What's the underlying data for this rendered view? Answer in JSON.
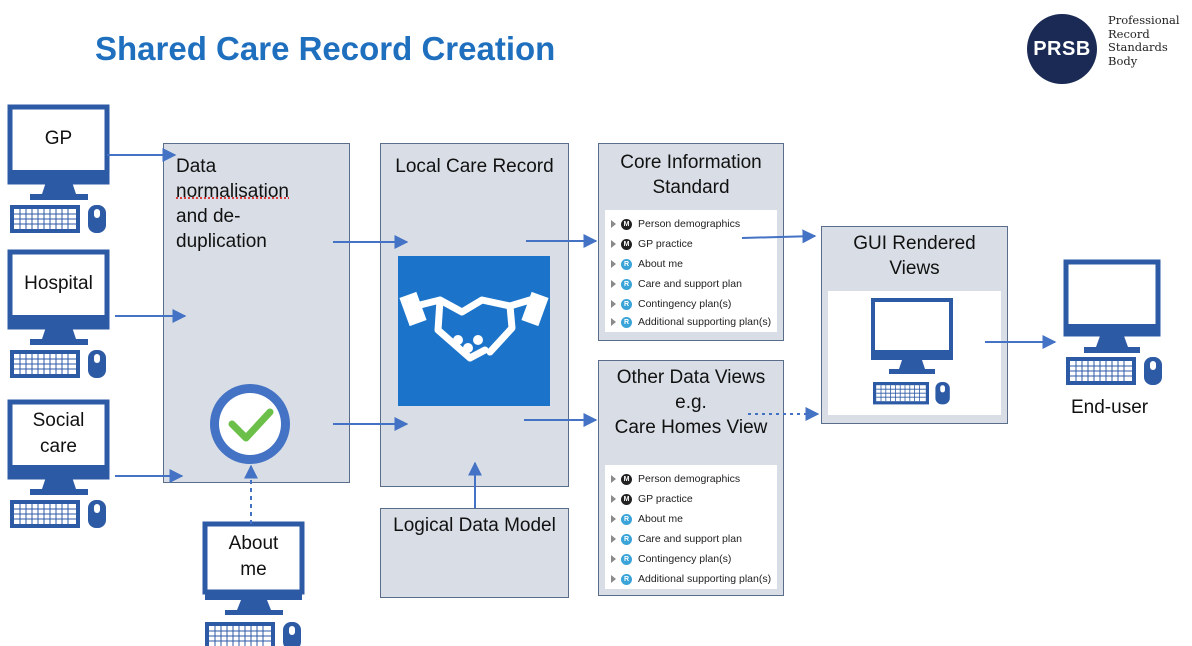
{
  "title": "Shared Care Record Creation",
  "logo": {
    "mark": "PRSB",
    "lines": [
      "Professional",
      "Record",
      "Standards",
      "Body"
    ]
  },
  "sources": [
    {
      "label_lines": [
        "GP"
      ]
    },
    {
      "label_lines": [
        "Hospital"
      ]
    },
    {
      "label_lines": [
        "Social",
        "care"
      ]
    },
    {
      "label_lines": [
        "About",
        "me"
      ]
    }
  ],
  "normalisation": {
    "lines": [
      "Data",
      "normalisation",
      "and de-",
      "duplication"
    ]
  },
  "local_record": {
    "title": "Local Care Record"
  },
  "logical_model": {
    "title": "Logical Data Model"
  },
  "core_standard": {
    "title_lines": [
      "Core Information",
      "Standard"
    ],
    "items": [
      {
        "badge": "M",
        "label": "Person demographics"
      },
      {
        "badge": "M",
        "label": "GP practice"
      },
      {
        "badge": "R",
        "label": "About me"
      },
      {
        "badge": "R",
        "label": "Care and support plan"
      },
      {
        "badge": "R",
        "label": "Contingency plan(s)"
      },
      {
        "badge": "R",
        "label": "Additional supporting plan(s)"
      }
    ]
  },
  "other_views": {
    "title_lines": [
      "Other Data Views",
      "e.g.",
      "Care Homes View"
    ],
    "items": [
      {
        "badge": "M",
        "label": "Person demographics"
      },
      {
        "badge": "M",
        "label": "GP practice"
      },
      {
        "badge": "R",
        "label": "About me"
      },
      {
        "badge": "R",
        "label": "Care and support plan"
      },
      {
        "badge": "R",
        "label": "Contingency plan(s)"
      },
      {
        "badge": "R",
        "label": "Additional supporting plan(s)"
      }
    ]
  },
  "gui_views": {
    "title_lines": [
      "GUI Rendered",
      "Views"
    ]
  },
  "end_user": {
    "label": "End-user"
  },
  "colors": {
    "title": "#1f6fbf",
    "monitor_frame": "#2d5aa5",
    "panel_fill": "#d9dee6",
    "arrow": "#4472c4",
    "check": "#6cc04a",
    "tile": "#1b74c9"
  }
}
